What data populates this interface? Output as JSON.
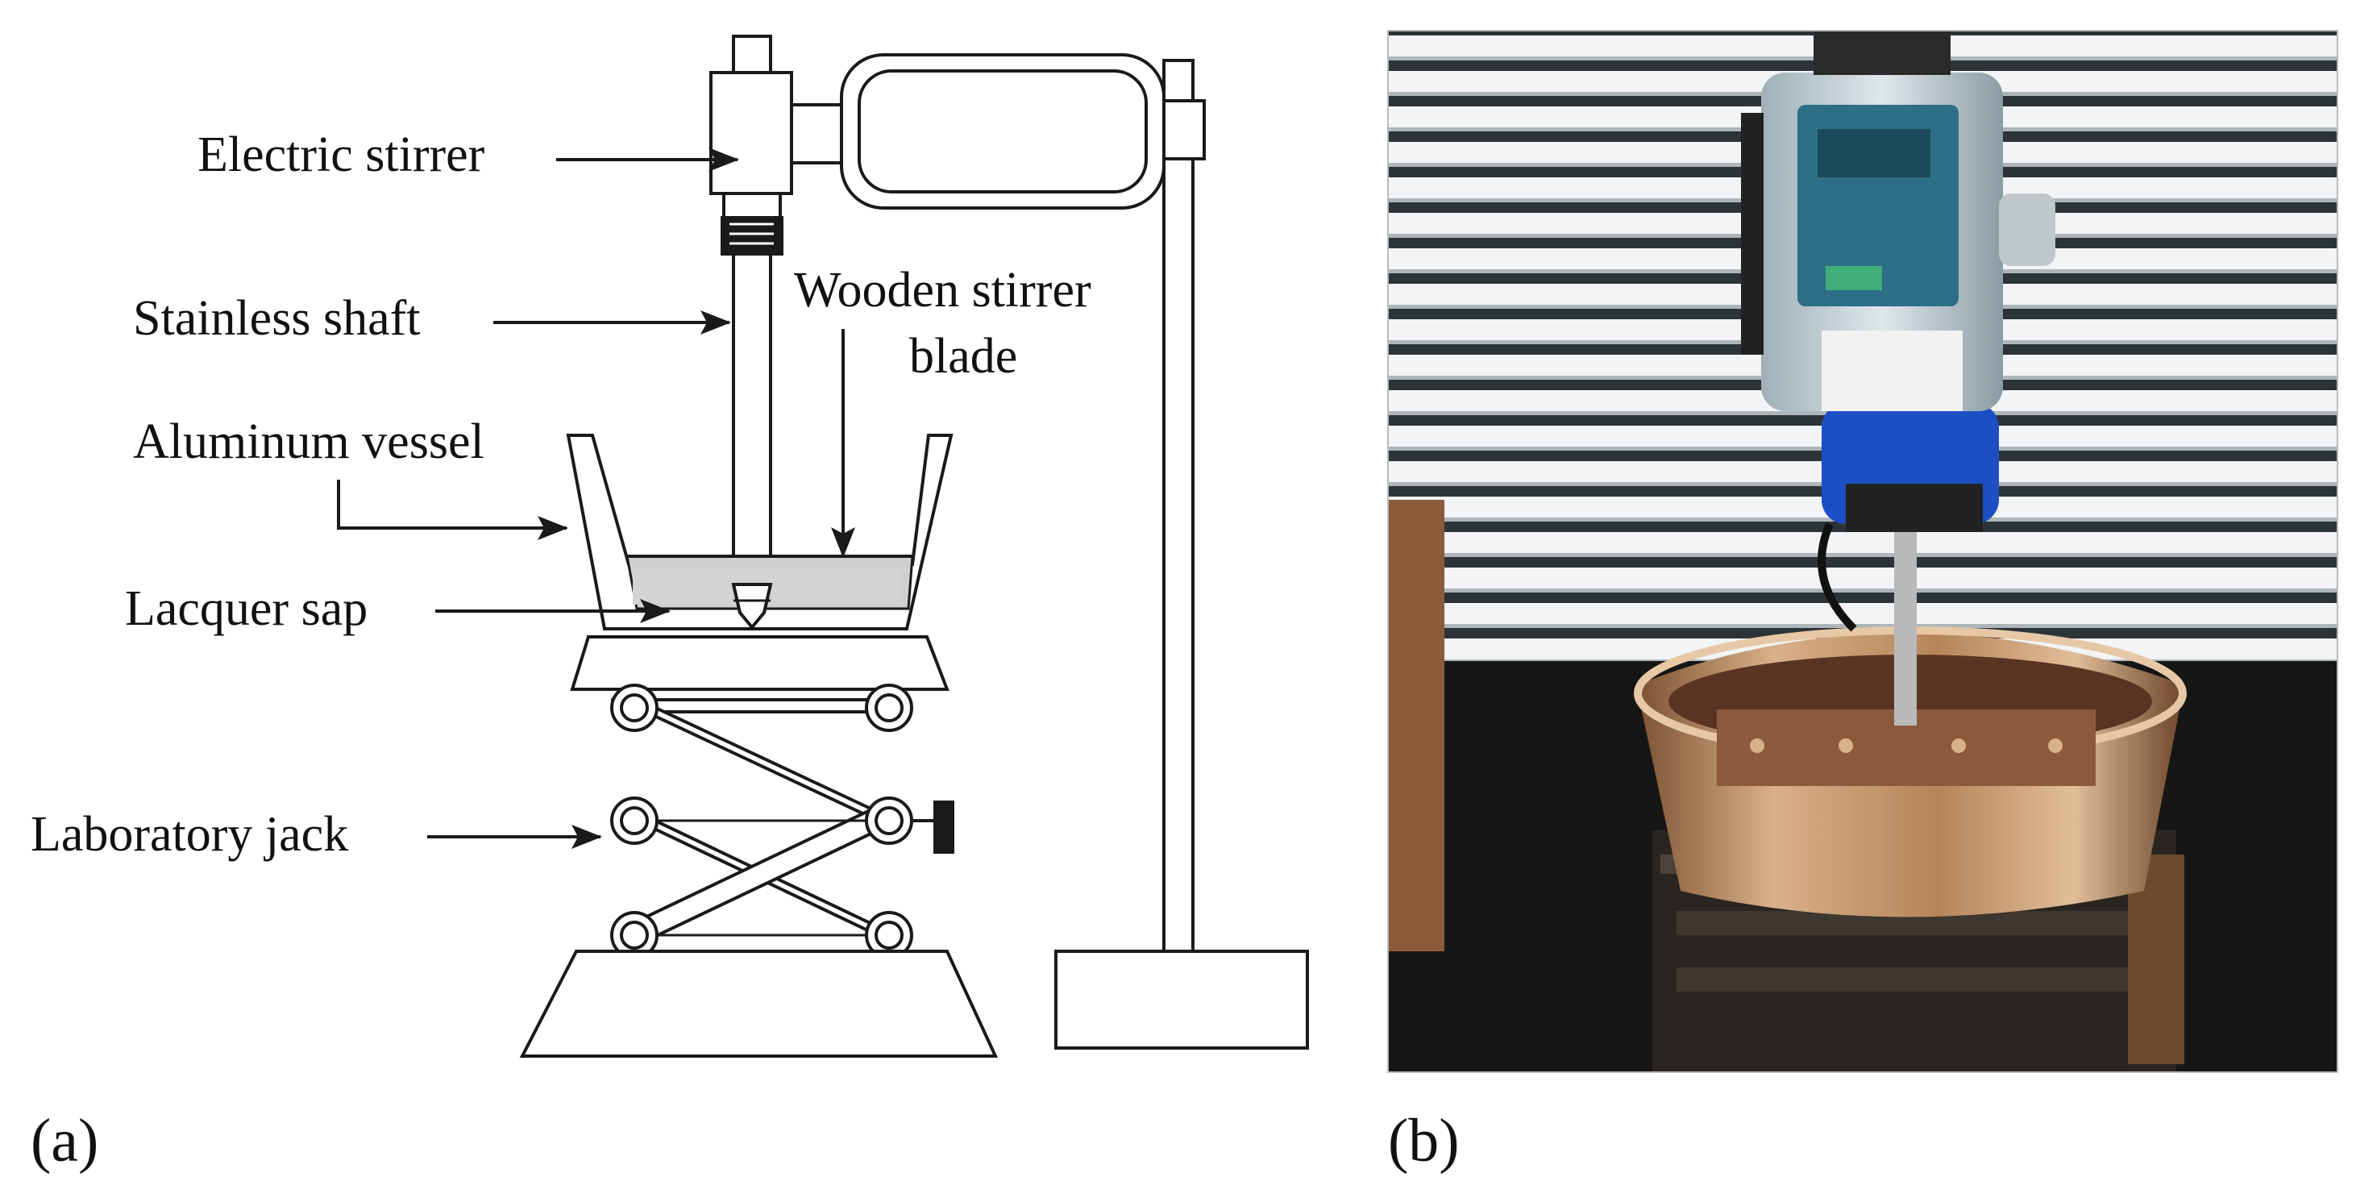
{
  "panel_a": {
    "panel_label": "(a)",
    "labels": {
      "electric_stirrer": "Electric stirrer",
      "stainless_shaft": "Stainless shaft",
      "wooden_blade_line1": "Wooden stirrer",
      "wooden_blade_line2": "blade",
      "aluminum_vessel": "Aluminum vessel",
      "lacquer_sap": "Lacquer sap",
      "laboratory_jack": "Laboratory jack"
    }
  },
  "panel_b": {
    "panel_label": "(b)"
  },
  "colors": {
    "line": "#1a1a1a",
    "sap_fill": "#cfcfcf",
    "photo_blind": "#e9edf0",
    "photo_slat_shadow": "#2c3438",
    "stirrer_body": "#c9d4da",
    "stirrer_panel": "#2d6f86",
    "stirrer_clamp": "#1d4fc4",
    "vessel_copper": "#c79a6a",
    "vessel_dark": "#3a2418"
  }
}
